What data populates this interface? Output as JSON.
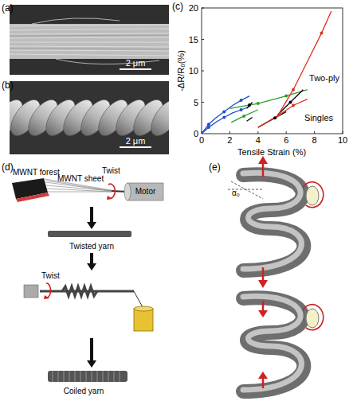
{
  "diagram": {
    "nodes": [
      {
        "text": [
          "MWNT forest",
          "MWNT sheet",
          "Twist"
        ]
      },
      {
        "text": [
          "Motor"
        ],
        "in": 0
      },
      {
        "text": [
          "Twisted yarn"
        ]
      },
      {
        "text": [
          "Twist"
        ]
      },
      {
        "text": [
          "Coiled yarn"
        ]
      }
    ],
    "edges": [
      {
        "from": 0,
        "to": 2,
        "arrow": "to"
      },
      {
        "from": 2,
        "to": 3,
        "arrow": "to"
      },
      {
        "from": 3,
        "to": 4,
        "arrow": "to"
      }
    ],
    "labels": [
      "(a)",
      "2 μm",
      "(b)",
      "2 μm",
      "(c)",
      "-ΔR/R₀(%)",
      "0",
      "5",
      "10",
      "15",
      "20",
      "0",
      "2",
      "4",
      "6",
      "8",
      "10",
      "Tensile Strain (%)",
      "Two-ply",
      "Singles",
      "(d)",
      "(e)",
      "α₀"
    ]
  }
}
